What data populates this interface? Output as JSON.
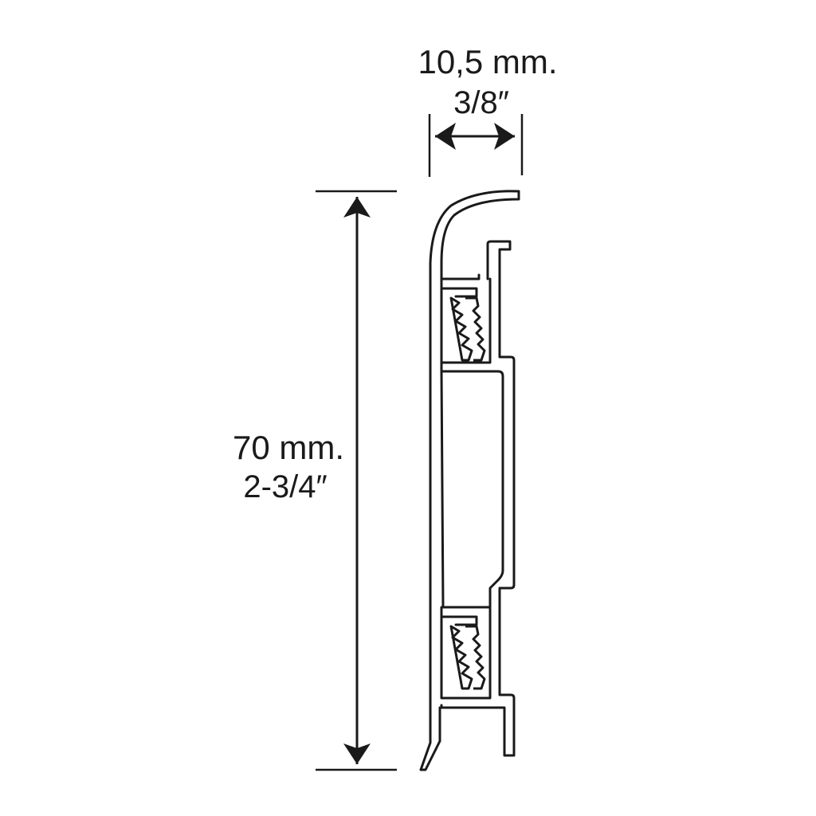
{
  "dimensions": {
    "width": {
      "metric": "10,5 mm.",
      "imperial": "3/8″"
    },
    "height": {
      "metric": "70 mm.",
      "imperial": "2-3/4″"
    }
  },
  "colors": {
    "stroke": "#1a1a1a",
    "background": "#ffffff"
  }
}
